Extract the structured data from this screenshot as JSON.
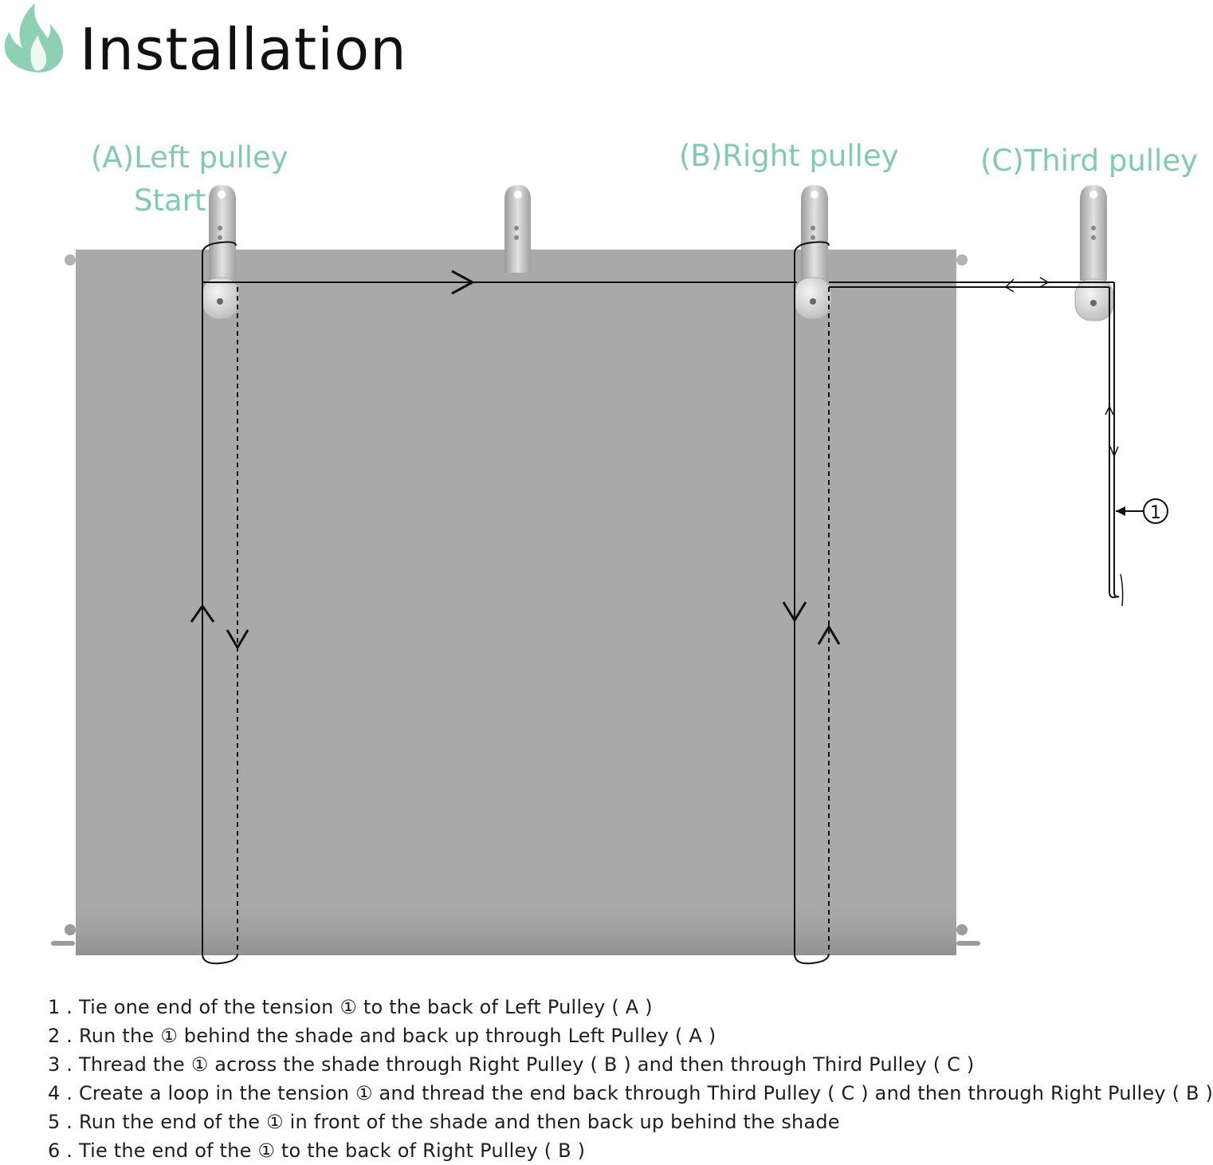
{
  "header": {
    "title": "Installation",
    "logo_icon": "leaf-flame-logo-icon",
    "accent_color": "#7fcab0"
  },
  "diagram": {
    "pulleys": {
      "left": {
        "label": "(A)Left pulley",
        "start_label": "Start"
      },
      "right": {
        "label": "(B)Right pulley"
      },
      "third": {
        "label": "(C)Third pulley"
      }
    },
    "cord_marker": "①",
    "shade_color": "#a9a9a9"
  },
  "steps": [
    "1 . Tie one end of the tension ① to the back of Left Pulley ( A )",
    "2 . Run the ① behind the shade and back up through Left Pulley ( A )",
    "3 . Thread the ① across the shade through Right Pulley ( B ) and then through Third Pulley ( C )",
    "4 . Create a loop in the tension ① and thread the end back through Third Pulley ( C ) and then through Right Pulley ( B )",
    "5 . Run the end of the ① in front of the shade and then back up behind the shade",
    "6 . Tie the end of the ① to the back of Right Pulley ( B )"
  ]
}
